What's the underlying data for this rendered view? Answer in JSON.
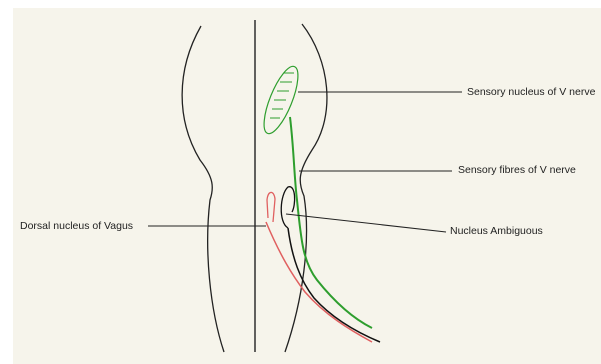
{
  "labels": {
    "sensory_nucleus_v": "Sensory nucleus of V nerve",
    "sensory_fibres_v": "Sensory fibres of V nerve",
    "dorsal_nucleus_vagus": "Dorsal nucleus of Vagus",
    "nucleus_ambiguous": "Nucleus Ambiguous"
  },
  "colors": {
    "background": "#f6f4eb",
    "outline": "#222222",
    "sensory_green": "#2e9e2e",
    "vagus_red": "#e06060",
    "ambiguous_black": "#111111"
  }
}
